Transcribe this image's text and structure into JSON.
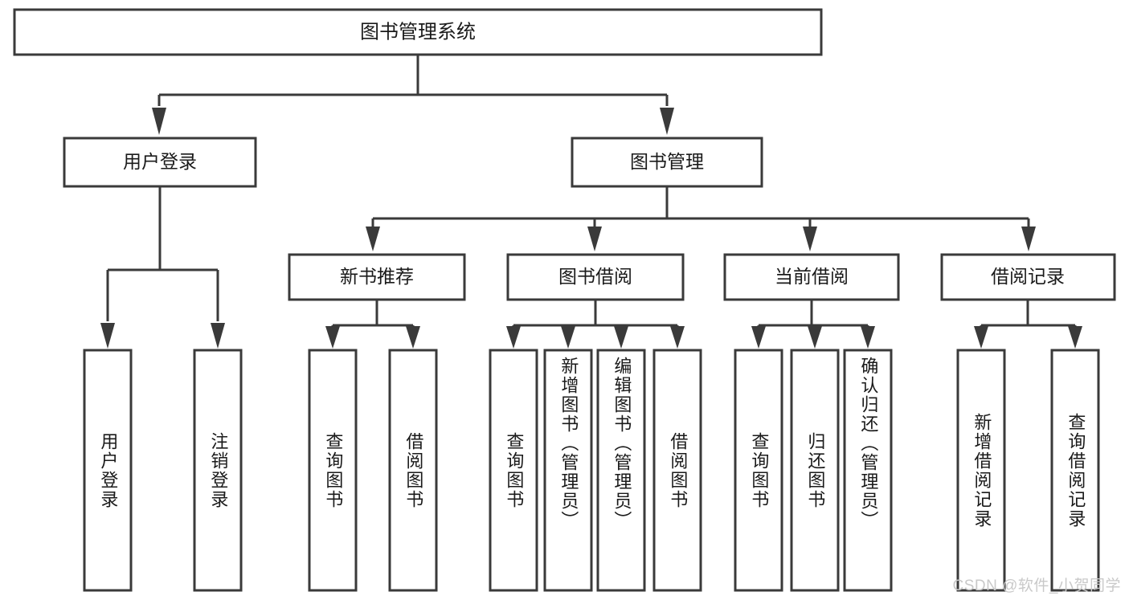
{
  "diagram": {
    "type": "tree-hierarchy",
    "title": "图书管理系统",
    "watermark": "CSDN @软件_小贺同学",
    "colors": {
      "box_stroke": "#3a3a3a",
      "box_fill": "#ffffff",
      "text": "#1a1a1a",
      "connector": "#3a3a3a",
      "watermark": "#c9c9c9",
      "background": "#ffffff"
    },
    "root": {
      "id": "root",
      "label": "图书管理系统",
      "orientation": "horizontal"
    },
    "level2": [
      {
        "id": "user-login",
        "label": "用户登录",
        "orientation": "horizontal"
      },
      {
        "id": "book-management",
        "label": "图书管理",
        "orientation": "horizontal"
      }
    ],
    "level3": [
      {
        "id": "new-book-recommend",
        "label": "新书推荐",
        "parent": "book-management",
        "orientation": "horizontal"
      },
      {
        "id": "book-borrow",
        "label": "图书借阅",
        "parent": "book-management",
        "orientation": "horizontal"
      },
      {
        "id": "current-borrow",
        "label": "当前借阅",
        "parent": "book-management",
        "orientation": "horizontal"
      },
      {
        "id": "borrow-record",
        "label": "借阅记录",
        "parent": "book-management",
        "orientation": "horizontal"
      }
    ],
    "leaves": {
      "user-login": [
        {
          "id": "leaf-user-login",
          "label": "用户登录",
          "orientation": "vertical"
        },
        {
          "id": "leaf-logout",
          "label": "注销登录",
          "orientation": "vertical"
        }
      ],
      "new-book-recommend": [
        {
          "id": "leaf-query-book-1",
          "label": "查询图书",
          "orientation": "vertical"
        },
        {
          "id": "leaf-borrow-book-1",
          "label": "借阅图书",
          "orientation": "vertical"
        }
      ],
      "book-borrow": [
        {
          "id": "leaf-query-book-2",
          "label": "查询图书",
          "orientation": "vertical"
        },
        {
          "id": "leaf-add-book",
          "label": "新增图书（管理员）",
          "orientation": "vertical"
        },
        {
          "id": "leaf-edit-book",
          "label": "编辑图书（管理员）",
          "orientation": "vertical"
        },
        {
          "id": "leaf-borrow-book-2",
          "label": "借阅图书",
          "orientation": "vertical"
        }
      ],
      "current-borrow": [
        {
          "id": "leaf-query-book-3",
          "label": "查询图书",
          "orientation": "vertical"
        },
        {
          "id": "leaf-return-book",
          "label": "归还图书",
          "orientation": "vertical"
        },
        {
          "id": "leaf-confirm-return",
          "label": "确认归还（管理员）",
          "orientation": "vertical"
        }
      ],
      "borrow-record": [
        {
          "id": "leaf-add-record",
          "label": "新增借阅记录",
          "orientation": "vertical"
        },
        {
          "id": "leaf-query-record",
          "label": "查询借阅记录",
          "orientation": "vertical"
        }
      ]
    }
  }
}
